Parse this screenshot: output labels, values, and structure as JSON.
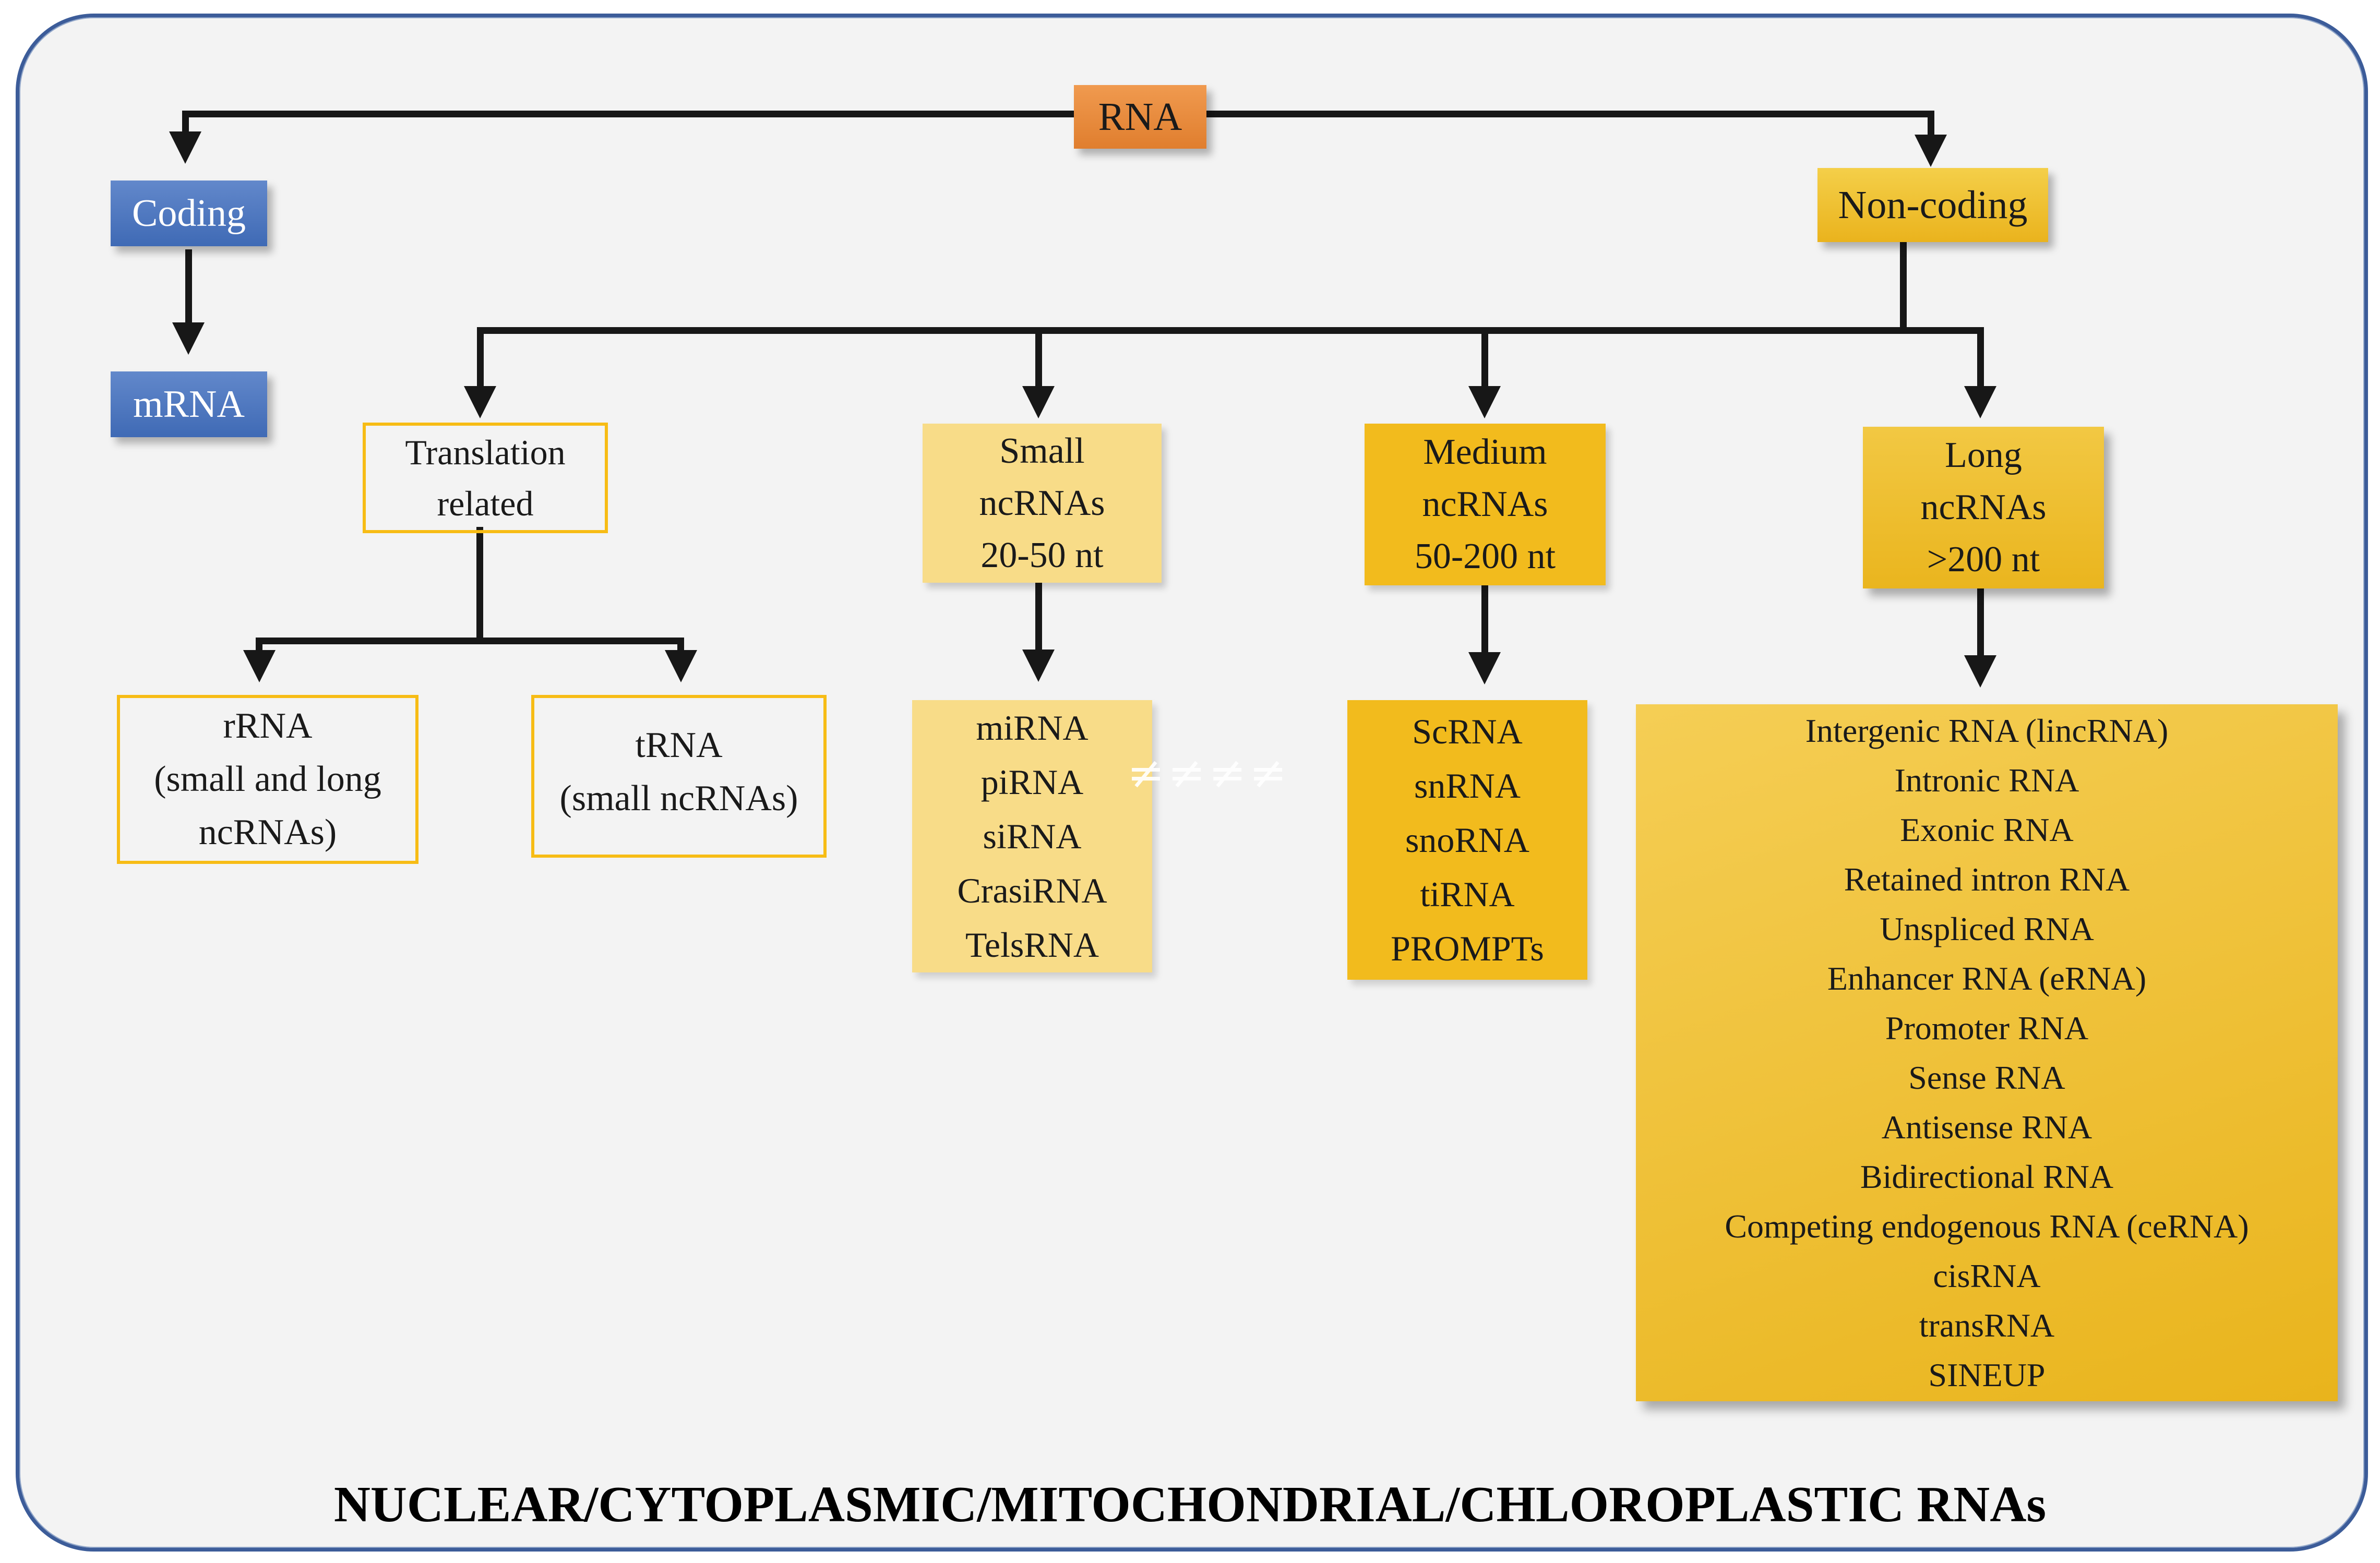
{
  "diagram": {
    "title_caption": "NUCLEAR/CYTOPLASMIC/MITOCHONDRIAL/CHLOROPLASTIC RNAs",
    "watermark": "≠≠≠≠",
    "nodes": {
      "rna": {
        "label": "RNA"
      },
      "coding": {
        "label": "Coding"
      },
      "mrna": {
        "label": "mRNA"
      },
      "noncoding": {
        "label": "Non-coding"
      },
      "translation": {
        "lines": [
          "Translation",
          "related"
        ]
      },
      "small_header": {
        "lines": [
          "Small",
          "ncRNAs",
          "20-50 nt"
        ]
      },
      "medium_header": {
        "lines": [
          "Medium",
          "ncRNAs",
          "50-200 nt"
        ]
      },
      "long_header": {
        "lines": [
          "Long",
          "ncRNAs",
          ">200 nt"
        ]
      },
      "rrna": {
        "lines": [
          "rRNA",
          "(small and long",
          "ncRNAs)"
        ]
      },
      "trna": {
        "lines": [
          "tRNA",
          "(small ncRNAs)"
        ]
      },
      "small_list": {
        "items": [
          "miRNA",
          "piRNA",
          "siRNA",
          "CrasiRNA",
          "TelsRNA"
        ]
      },
      "medium_list": {
        "items": [
          "ScRNA",
          "snRNA",
          "snoRNA",
          "tiRNA",
          "PROMPTs"
        ]
      },
      "long_list": {
        "items": [
          "Intergenic RNA (lincRNA)",
          "Intronic RNA",
          "Exonic RNA",
          "Retained intron RNA",
          "Unspliced RNA",
          "Enhancer RNA (eRNA)",
          "Promoter RNA",
          "Sense RNA",
          "Antisense RNA",
          "Bidirectional RNA",
          "Competing endogenous RNA (ceRNA)",
          "cisRNA",
          "transRNA",
          "SINEUP"
        ]
      }
    },
    "colors": {
      "rna_box": "#e8893c",
      "coding_boxes": "#4472c4",
      "noncoding_box": "#eab31d",
      "small_boxes": "#f8dc88",
      "medium_boxes": "#f2bb1d",
      "long_boxes": "#eab71f",
      "outline_gold": "#f7bc15",
      "frame_border": "#3c5c99",
      "frame_fill": "#f3f3f3",
      "connector": "#171717"
    }
  }
}
